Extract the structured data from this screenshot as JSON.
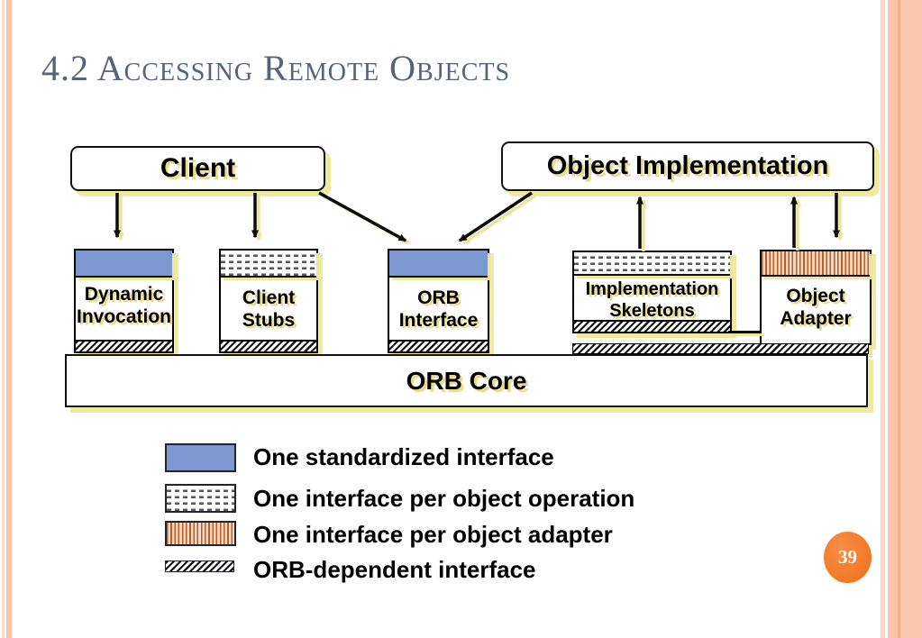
{
  "slide": {
    "title": "4.2 Accessing Remote Objects",
    "page_number": "39"
  },
  "diagram": {
    "client_label": "Client",
    "object_implementation_label": "Object Implementation",
    "orb_core_label": "ORB Core",
    "components": [
      {
        "id": "dynamic-invocation",
        "line1": "Dynamic",
        "line2": "Invocation",
        "top_pattern": "standardized",
        "bottom_pattern": "orb-dependent"
      },
      {
        "id": "client-stubs",
        "line1": "Client",
        "line2": "Stubs",
        "top_pattern": "per-operation",
        "bottom_pattern": "orb-dependent"
      },
      {
        "id": "orb-interface",
        "line1": "ORB",
        "line2": "Interface",
        "top_pattern": "standardized",
        "bottom_pattern": "orb-dependent"
      },
      {
        "id": "implementation-skeletons",
        "line1": "Implementation",
        "line2": "Skeletons",
        "top_pattern": "per-operation",
        "bottom_pattern": "orb-dependent"
      },
      {
        "id": "object-adapter",
        "line1": "Object",
        "line2": "Adapter",
        "top_pattern": "per-adapter",
        "bottom_pattern": "orb-dependent"
      }
    ]
  },
  "legend": {
    "items": [
      {
        "swatch": "standardized",
        "label": "One standardized interface"
      },
      {
        "swatch": "per-operation",
        "label": "One interface per object operation"
      },
      {
        "swatch": "per-adapter",
        "label": "One interface per object adapter"
      },
      {
        "swatch": "orb-dependent",
        "label": "ORB-dependent interface"
      }
    ]
  },
  "colors": {
    "standardized_blue": "#7d98d0",
    "adapter_stripe": "#b2612e",
    "adapter_stripe_bg": "#f7d8bf",
    "shadow_yellow": "#f0e9a2",
    "title_text": "#57637a",
    "badge_orange": "#f47b29",
    "edge_peach": "#f6c3a8",
    "hatch_black": "#141414"
  }
}
